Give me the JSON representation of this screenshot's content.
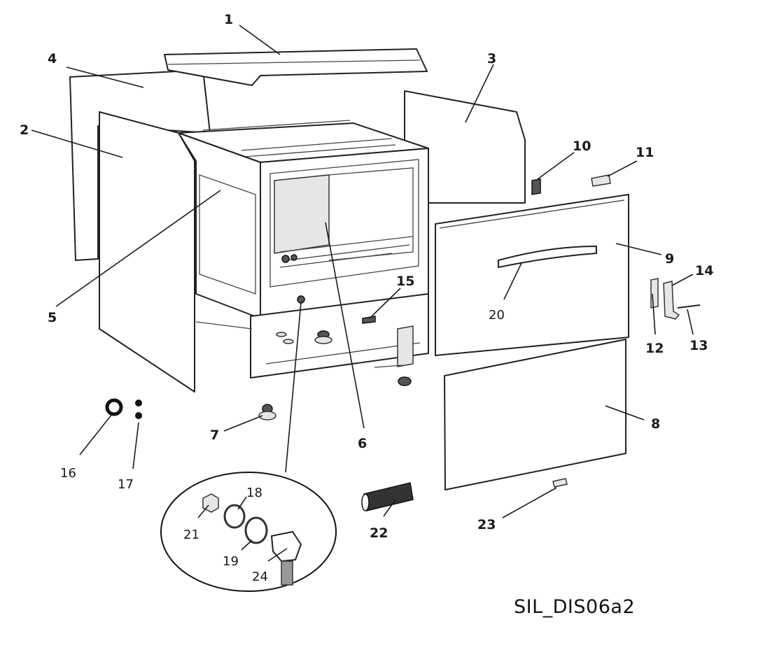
{
  "drawing_code": "SIL_DIS06a2",
  "callouts": [
    {
      "id": "1",
      "label": "1"
    },
    {
      "id": "2",
      "label": "2"
    },
    {
      "id": "3",
      "label": "3"
    },
    {
      "id": "4",
      "label": "4"
    },
    {
      "id": "5",
      "label": "5"
    },
    {
      "id": "6",
      "label": "6"
    },
    {
      "id": "7",
      "label": "7"
    },
    {
      "id": "8",
      "label": "8"
    },
    {
      "id": "9",
      "label": "9"
    },
    {
      "id": "10",
      "label": "10"
    },
    {
      "id": "11",
      "label": "11"
    },
    {
      "id": "12",
      "label": "12"
    },
    {
      "id": "13",
      "label": "13"
    },
    {
      "id": "14",
      "label": "14"
    },
    {
      "id": "15",
      "label": "15"
    },
    {
      "id": "16",
      "label": "16"
    },
    {
      "id": "17",
      "label": "17"
    },
    {
      "id": "18",
      "label": "18"
    },
    {
      "id": "19",
      "label": "19"
    },
    {
      "id": "20",
      "label": "20"
    },
    {
      "id": "21",
      "label": "21"
    },
    {
      "id": "22",
      "label": "22"
    },
    {
      "id": "23",
      "label": "23"
    },
    {
      "id": "24",
      "label": "24"
    }
  ]
}
